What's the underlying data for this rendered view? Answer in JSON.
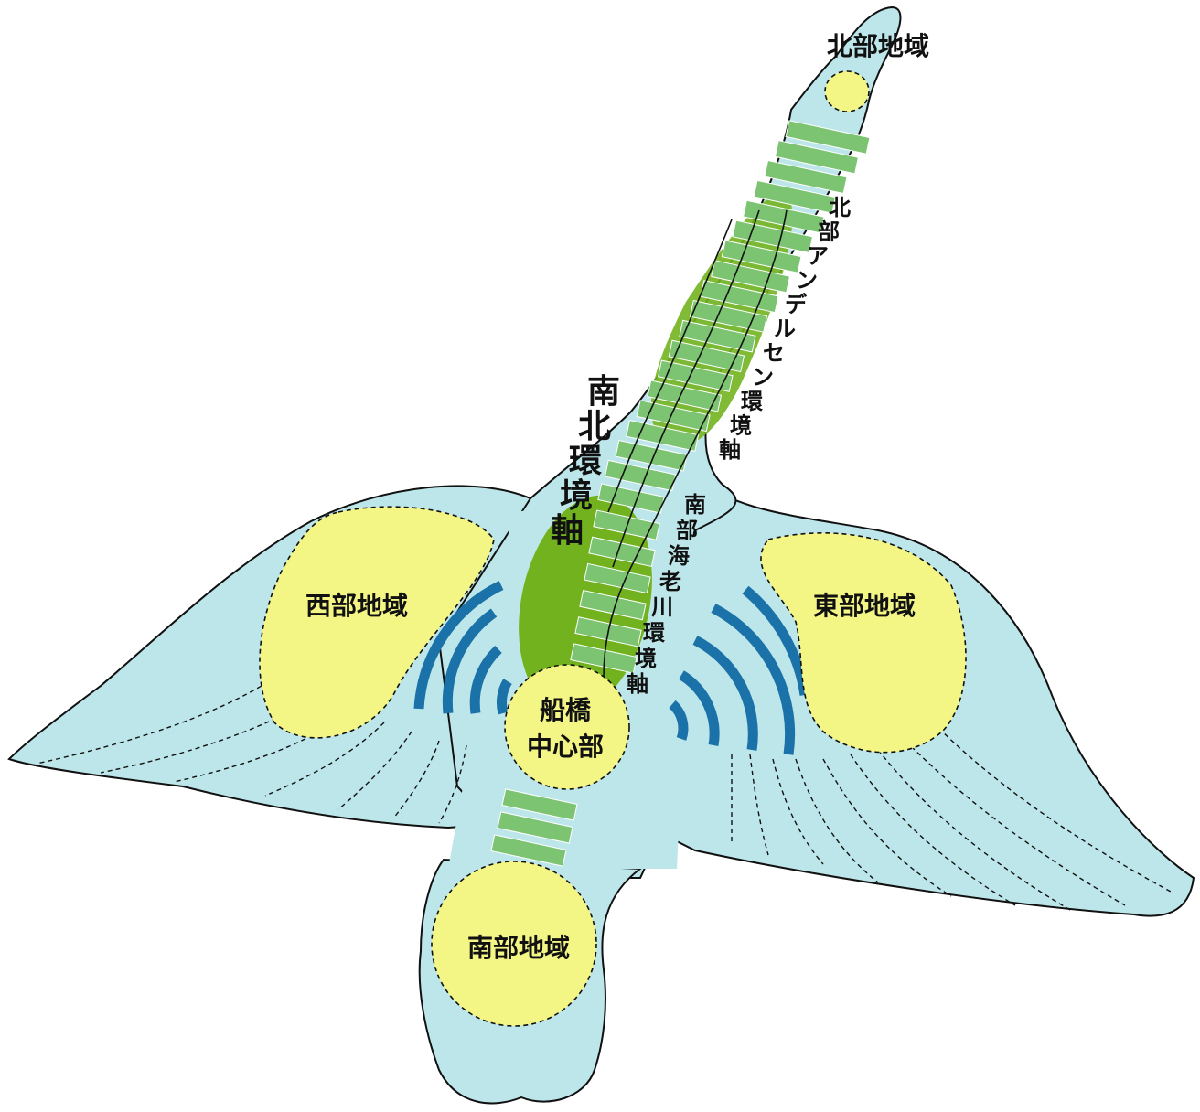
{
  "diagram": {
    "regions": {
      "north": "北部地域",
      "west": "西部地域",
      "east": "東部地域",
      "south": "南部地域",
      "center_line1": "船橋",
      "center_line2": "中心部"
    },
    "axes": {
      "north_south": "南北環境軸",
      "north_andersen": "北部アンデルセン環境軸",
      "south_ebigawa": "南部海老川環境軸"
    },
    "colors": {
      "body": "#bde6ea",
      "region_fill": "#f3f685",
      "green_stripe": "#7cc472",
      "dark_green": "#73b21f",
      "arc_blue": "#1a72a8"
    }
  }
}
